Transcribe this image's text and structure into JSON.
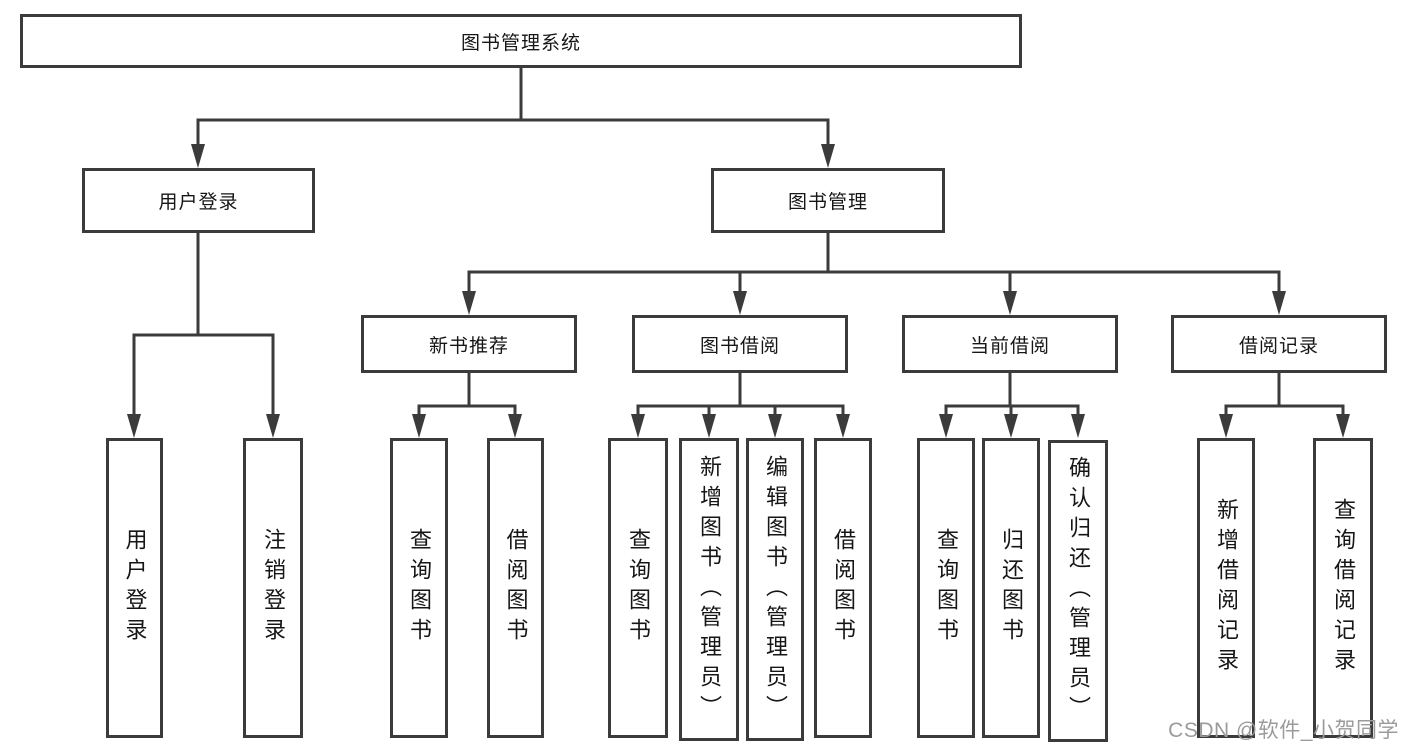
{
  "tree": {
    "root": {
      "label": "图书管理系统"
    },
    "user_login": {
      "label": "用户登录",
      "children": [
        {
          "label": "用户登录"
        },
        {
          "label": "注销登录"
        }
      ]
    },
    "book_mgmt": {
      "label": "图书管理",
      "groups": [
        {
          "label": "新书推荐",
          "children": [
            {
              "label": "查询图书"
            },
            {
              "label": "借阅图书"
            }
          ]
        },
        {
          "label": "图书借阅",
          "children": [
            {
              "label": "查询图书"
            },
            {
              "label": "新增图书（管理员）"
            },
            {
              "label": "编辑图书（管理员）"
            },
            {
              "label": "借阅图书"
            }
          ]
        },
        {
          "label": "当前借阅",
          "children": [
            {
              "label": "查询图书"
            },
            {
              "label": "归还图书"
            },
            {
              "label": "确认归还（管理员）"
            }
          ]
        },
        {
          "label": "借阅记录",
          "children": [
            {
              "label": "新增借阅记录"
            },
            {
              "label": "查询借阅记录"
            }
          ]
        }
      ]
    }
  },
  "watermark": {
    "text": "CSDN @软件_小贺同学"
  },
  "colors": {
    "line": "#3b3b3b",
    "border": "#3b3b3b",
    "text": "#161616",
    "watermark": "#9b9b9b",
    "background": "#ffffff"
  }
}
